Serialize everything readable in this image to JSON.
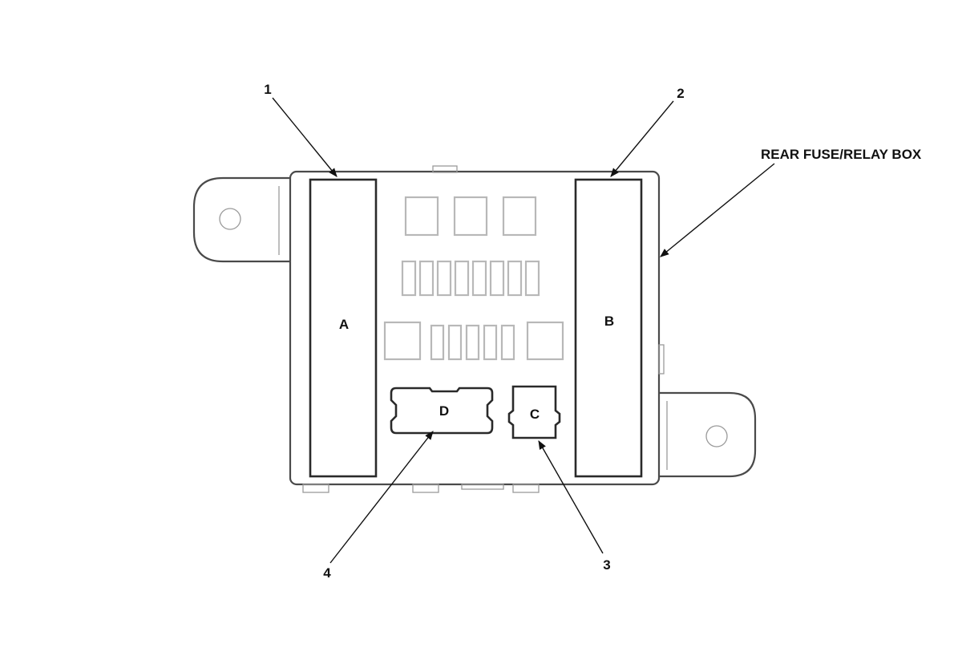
{
  "title": "REAR FUSE/RELAY BOX",
  "connectors": [
    {
      "id": "A",
      "label": "A"
    },
    {
      "id": "B",
      "label": "B"
    },
    {
      "id": "C",
      "label": "C"
    },
    {
      "id": "D",
      "label": "D"
    }
  ],
  "callouts": [
    {
      "number": "1",
      "target": "A"
    },
    {
      "number": "2",
      "target": "B"
    },
    {
      "number": "3",
      "target": "C"
    },
    {
      "number": "4",
      "target": "D"
    }
  ],
  "colors": {
    "line": "#111111",
    "outline": "#4a4a4a",
    "ghost": "#b8b8b8"
  }
}
